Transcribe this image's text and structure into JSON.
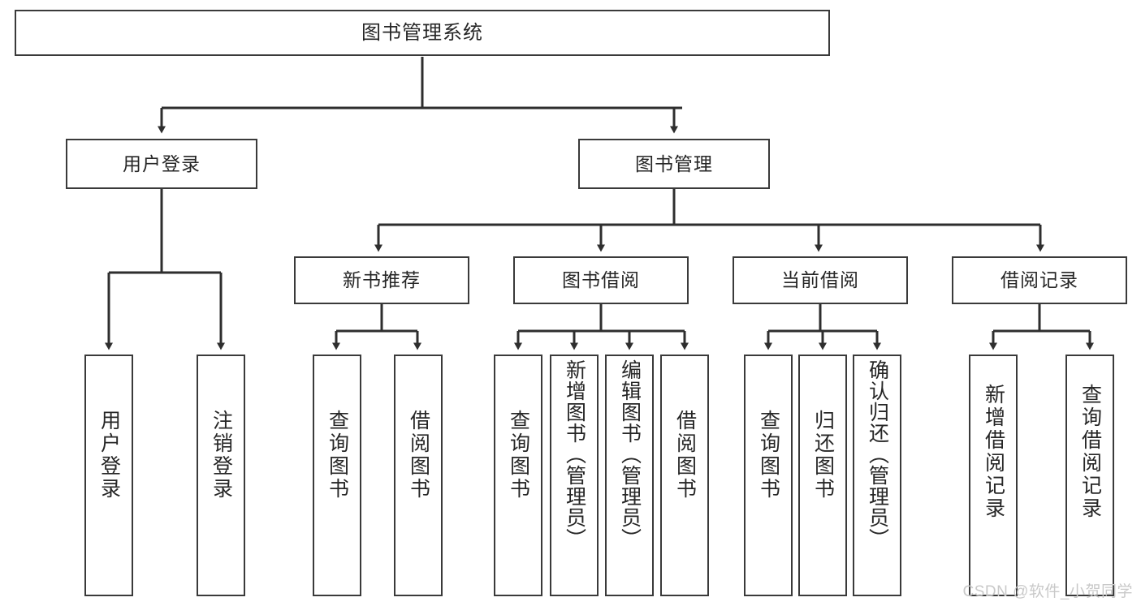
{
  "diagram": {
    "title": "图书管理系统",
    "type": "hierarchy-tree",
    "root": {
      "id": "root",
      "label": "图书管理系统"
    },
    "level2": [
      {
        "id": "user-login",
        "label": "用户登录"
      },
      {
        "id": "book-manage",
        "label": "图书管理"
      }
    ],
    "level3": [
      {
        "id": "new-book-recommend",
        "label": "新书推荐",
        "parent": "book-manage"
      },
      {
        "id": "book-borrow",
        "label": "图书借阅",
        "parent": "book-manage"
      },
      {
        "id": "current-borrow",
        "label": "当前借阅",
        "parent": "book-manage"
      },
      {
        "id": "borrow-record",
        "label": "借阅记录",
        "parent": "book-manage"
      }
    ],
    "leaves": {
      "user_login": [
        {
          "id": "leaf-user-login",
          "label": "用户登录"
        },
        {
          "id": "leaf-user-logout",
          "label": "注销登录"
        }
      ],
      "new_book_recommend": [
        {
          "id": "leaf-query-book-1",
          "label": "查询图书"
        },
        {
          "id": "leaf-borrow-book-1",
          "label": "借阅图书"
        }
      ],
      "book_borrow": [
        {
          "id": "leaf-query-book-2",
          "label": "查询图书"
        },
        {
          "id": "leaf-add-book",
          "label": "新增图书（管理员）"
        },
        {
          "id": "leaf-edit-book",
          "label": "编辑图书（管理员）"
        },
        {
          "id": "leaf-borrow-book-2",
          "label": "借阅图书"
        }
      ],
      "current_borrow": [
        {
          "id": "leaf-query-book-3",
          "label": "查询图书"
        },
        {
          "id": "leaf-return-book",
          "label": "归还图书"
        },
        {
          "id": "leaf-confirm-return",
          "label": "确认归还（管理员）"
        }
      ],
      "borrow_record": [
        {
          "id": "leaf-add-record",
          "label": "新增借阅记录"
        },
        {
          "id": "leaf-query-record",
          "label": "查询借阅记录"
        }
      ]
    }
  },
  "watermark": {
    "text": "CSDN @软件_小贺同学"
  },
  "colors": {
    "box_border": "#3a3a3a",
    "box_fill": "#ffffff",
    "edge": "#2e2e2e",
    "text": "#262626",
    "watermark": "#c9c9c9",
    "background": "#ffffff"
  }
}
